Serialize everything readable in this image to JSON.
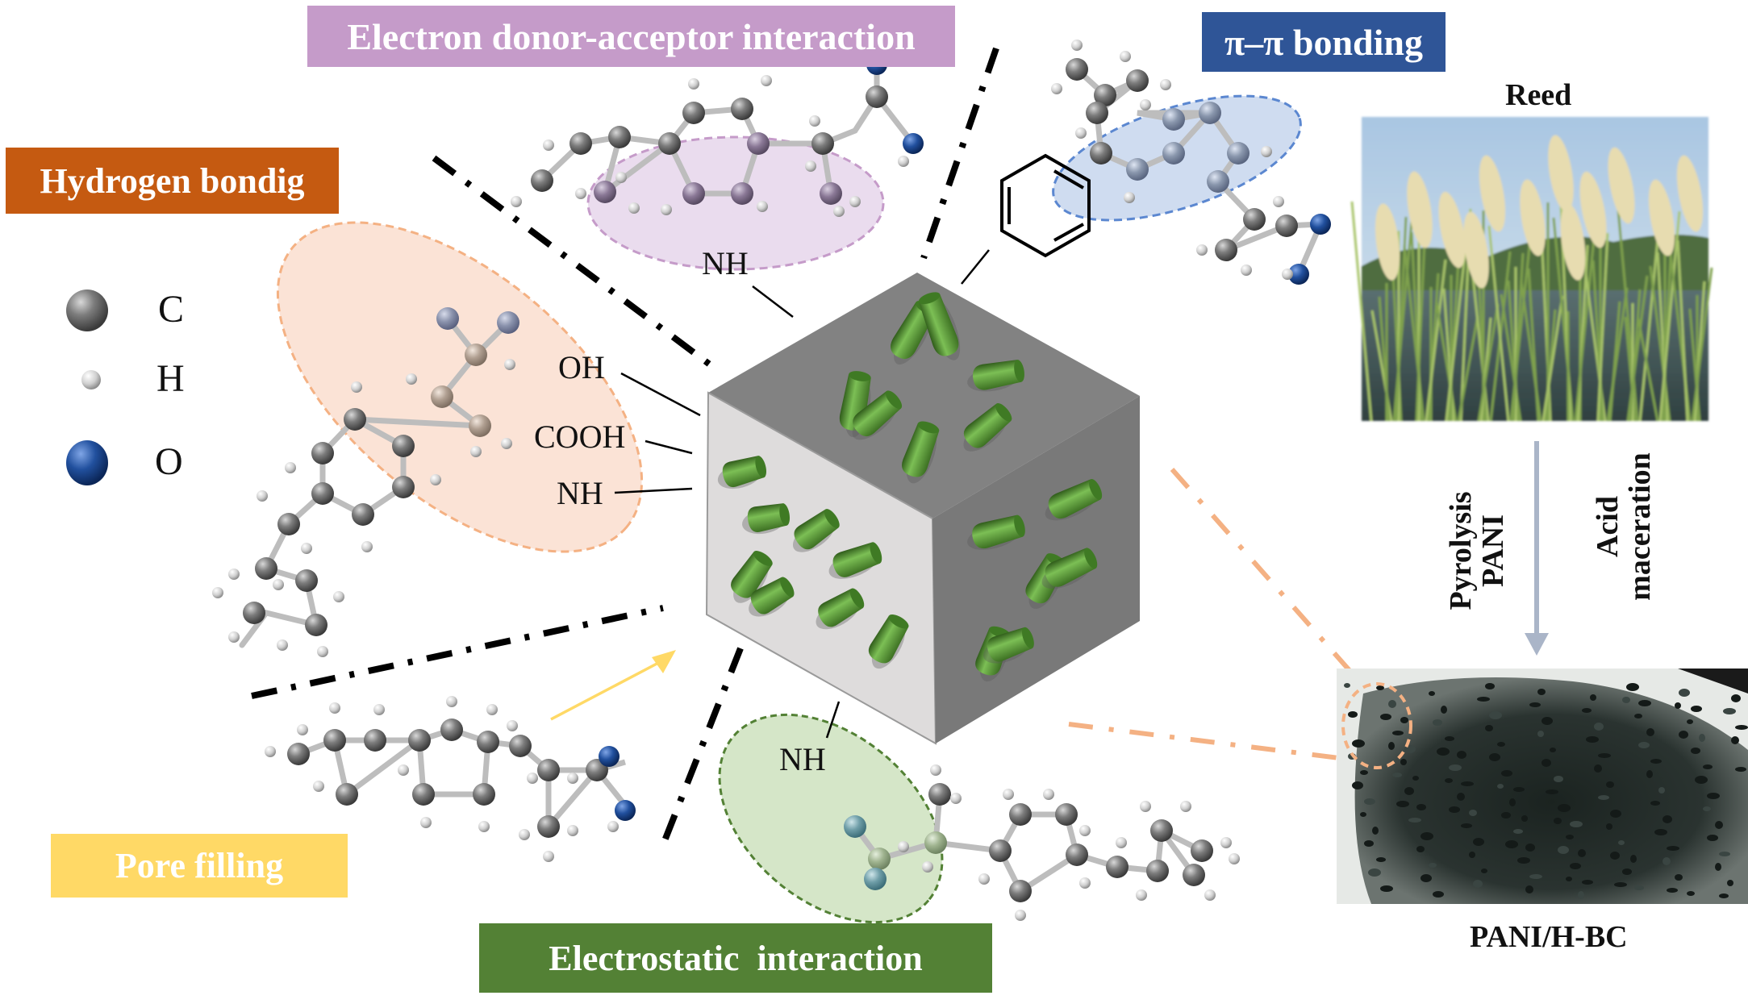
{
  "labels": {
    "electron_donor_acceptor": "Electron donor-acceptor interaction",
    "pi_pi": "π–π bonding",
    "hydrogen_bonding": "Hydrogen bondig",
    "pore_filling": "Pore filling",
    "electrostatic": "Electrostatic  interaction"
  },
  "legend": [
    {
      "atom": "C",
      "color": "#7a7a7a"
    },
    {
      "atom": "H",
      "color": "#d9d9d9"
    },
    {
      "atom": "O",
      "color": "#1f4e99"
    }
  ],
  "functional_groups": {
    "oh": "OH",
    "cooh": "COOH",
    "nh_left": "NH",
    "nh_top": "NH",
    "nh_bottom": "NH"
  },
  "process": {
    "source_title": "Reed",
    "step_left_line1": "Pyrolysis",
    "step_left_line2": "PANI",
    "step_right_line1": "Acid",
    "step_right_line2": "maceration",
    "product_title": "PANI/H-BC"
  },
  "colors": {
    "eda_purple": "#c59bc9",
    "pipi_blue": "#2f5597",
    "hb_orange": "#c55a11",
    "pf_yellow": "#ffd966",
    "es_green": "#538135",
    "cube_top": "#808080",
    "cube_left": "#dedcdc",
    "cube_right": "#7a7a7a",
    "fiber_green": "#4e8a2c",
    "arrow_gray": "#aab5c8",
    "dash_orange": "#f4b183"
  }
}
